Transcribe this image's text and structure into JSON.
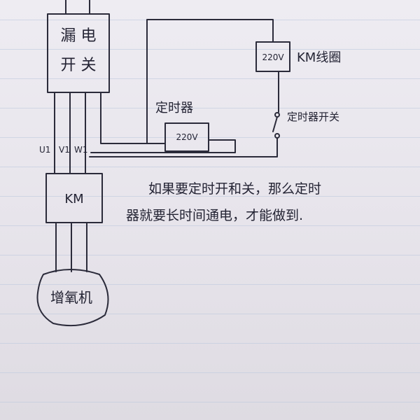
{
  "page": {
    "background": "#e9e6ee",
    "ink_color": "#2b2b3a",
    "rule_color": "#b9c6dc"
  },
  "diagram": {
    "leakage_switch": {
      "line1": "漏 电",
      "line2": "开 关"
    },
    "coil": {
      "voltage": "220V",
      "label": "KM线圈"
    },
    "timer": {
      "title": "定时器",
      "voltage": "220V"
    },
    "timer_switch_label": "定时器开关",
    "phases": {
      "u": "U1",
      "v": "V1",
      "w": "W1"
    },
    "contactor": "KM",
    "motor": "增氧机",
    "note": {
      "line1": "如果要定时开和关，那么定时",
      "line2": "器就要长时间通电，才能做到."
    }
  }
}
